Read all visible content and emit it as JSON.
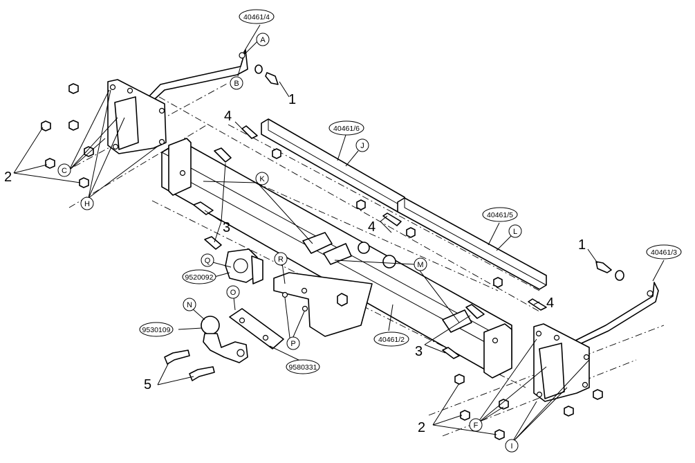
{
  "part_numbers": {
    "bracket_left_top": "40461/4",
    "crossbar_rear": "40461/6",
    "crossbar_front": "40461/5",
    "bracket_right": "40461/3",
    "main_beam": "40461/2",
    "socket_plate": "9520092",
    "tow_ball": "9530109",
    "spacer_plate": "9580331"
  },
  "letters": {
    "A": "A",
    "B": "B",
    "C": "C",
    "H": "H",
    "J": "J",
    "K": "K",
    "L": "L",
    "M": "M",
    "Q": "Q",
    "R": "R",
    "O": "O",
    "N": "N",
    "P": "P",
    "F": "F",
    "I": "I"
  },
  "numbers": {
    "n1_top": "1",
    "n1_right": "1",
    "n2_left": "2",
    "n2_right": "2",
    "n3_left": "3",
    "n3_right": "3",
    "n4_top": "4",
    "n4_mid": "4",
    "n4_right": "4",
    "n5": "5"
  }
}
